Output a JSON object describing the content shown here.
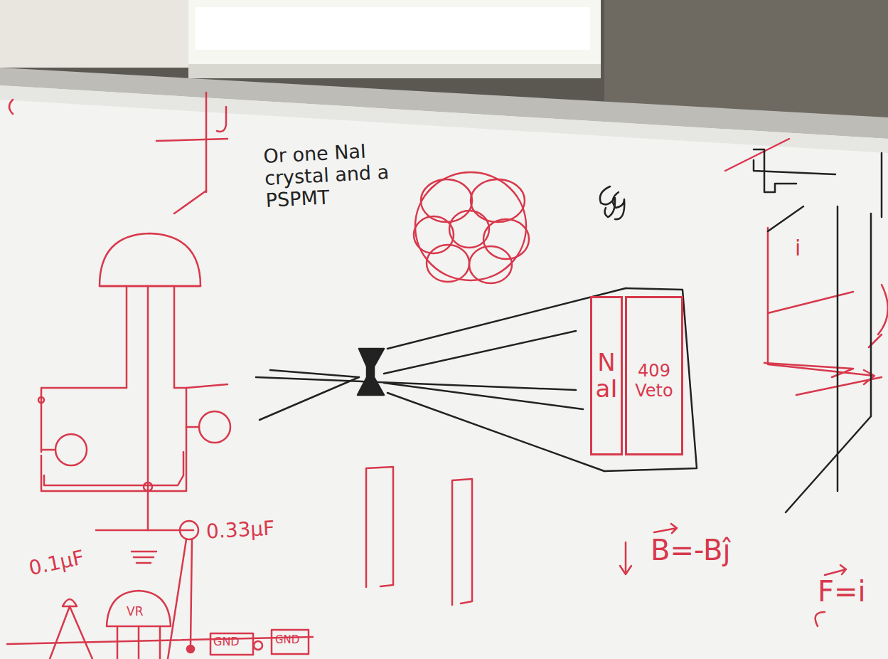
{
  "diagram": {
    "nodes": [
      {
        "text": [
          "NaI"
        ]
      },
      {
        "text": [
          "409 Veto"
        ]
      }
    ],
    "labels": [
      "Or one NaI crystal and a PSPMT",
      "0.1μF",
      "0.33μF",
      "VR",
      "GND",
      "GND",
      "B=-Bĵ",
      "F=i",
      "i"
    ]
  }
}
